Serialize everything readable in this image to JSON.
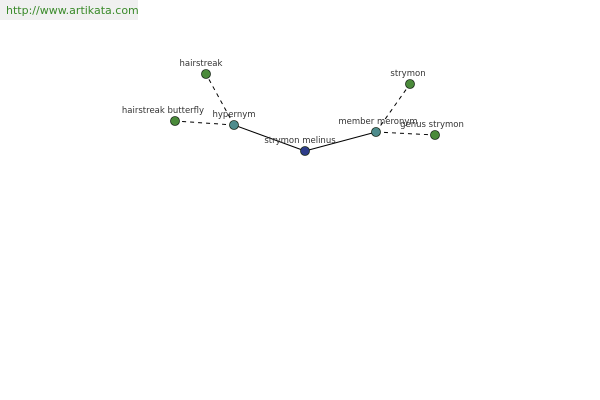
{
  "banner": {
    "url_text": "http://www.artikata.com"
  },
  "colors": {
    "center_node": "#2e3d8a",
    "relation_node": "#4e8c8c",
    "leaf_node": "#4a8a3a",
    "node_stroke": "#1a2a1a",
    "edge": "#000000",
    "url_text": "#3a8a2a"
  },
  "graph": {
    "nodes": [
      {
        "id": "center",
        "label": "strymon melinus",
        "kind": "center"
      },
      {
        "id": "hypernym",
        "label": "hypernym",
        "kind": "relation"
      },
      {
        "id": "member-meronym",
        "label": "member meronym",
        "kind": "relation"
      },
      {
        "id": "hairstreak",
        "label": "hairstreak",
        "kind": "leaf"
      },
      {
        "id": "hairstreak-butterfly",
        "label": "hairstreak butterfly",
        "kind": "leaf"
      },
      {
        "id": "strymon",
        "label": "strymon",
        "kind": "leaf"
      },
      {
        "id": "genus-strymon",
        "label": "genus strymon",
        "kind": "leaf"
      }
    ],
    "edges": [
      {
        "from": "center",
        "to": "hypernym",
        "style": "solid"
      },
      {
        "from": "center",
        "to": "member-meronym",
        "style": "solid"
      },
      {
        "from": "hypernym",
        "to": "hairstreak",
        "style": "dashed"
      },
      {
        "from": "hypernym",
        "to": "hairstreak-butterfly",
        "style": "dashed"
      },
      {
        "from": "member-meronym",
        "to": "strymon",
        "style": "dashed"
      },
      {
        "from": "member-meronym",
        "to": "genus-strymon",
        "style": "dashed"
      }
    ]
  }
}
